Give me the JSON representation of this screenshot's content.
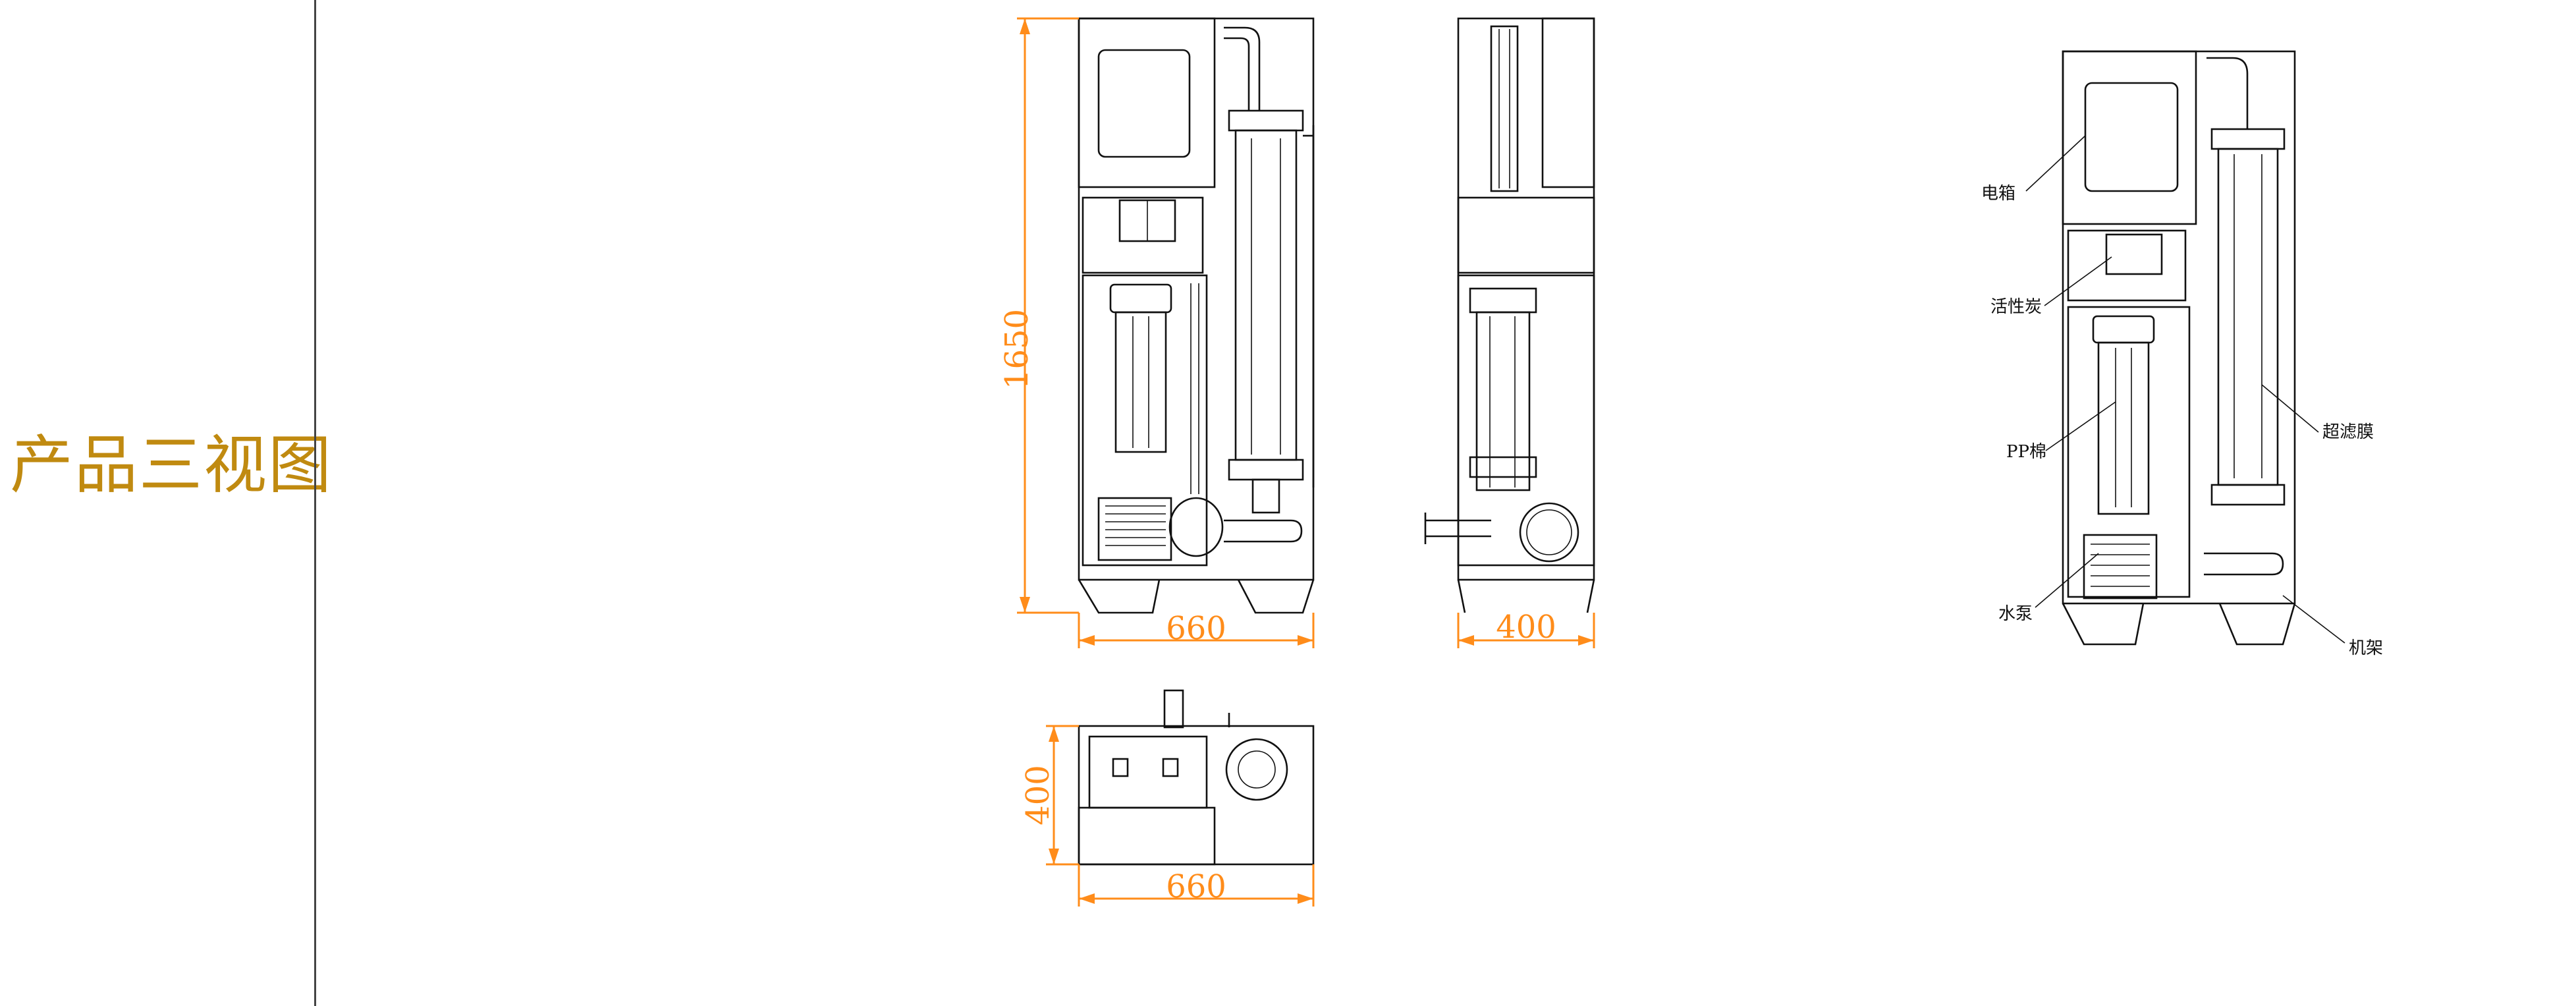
{
  "sidebar": {
    "title": "产品三视图"
  },
  "dimensions": {
    "height": "1650",
    "front_width": "660",
    "side_width": "400",
    "top_depth": "400",
    "top_width": "660"
  },
  "labels": {
    "electric_box": "电箱",
    "activated_carbon": "活性炭",
    "pp_cotton": "PP棉",
    "water_pump": "水泵",
    "ultrafiltration_membrane": "超滤膜",
    "frame": "机架"
  },
  "colors": {
    "title": "#c08a10",
    "dimension": "#ff8c1a",
    "line": "#111111"
  }
}
